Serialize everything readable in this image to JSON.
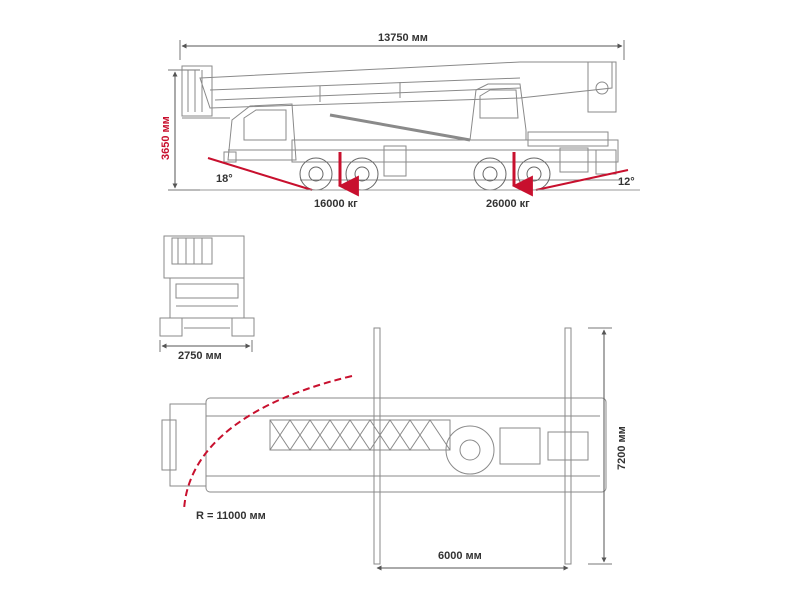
{
  "colors": {
    "line": "#8a8a8a",
    "dim": "#444444",
    "accent": "#c8102e",
    "dark": "#333333"
  },
  "dimensions": {
    "overall_length": "13750 мм",
    "overall_height": "3650 мм",
    "approach_angle": "18°",
    "departure_angle": "12°",
    "front_axle_load": "16000 кг",
    "rear_axle_load": "26000 кг",
    "overall_width": "2750 мм",
    "turning_radius": "R = 11000 мм",
    "outrigger_span_width": "7200 мм",
    "outrigger_span_length": "6000 мм"
  }
}
